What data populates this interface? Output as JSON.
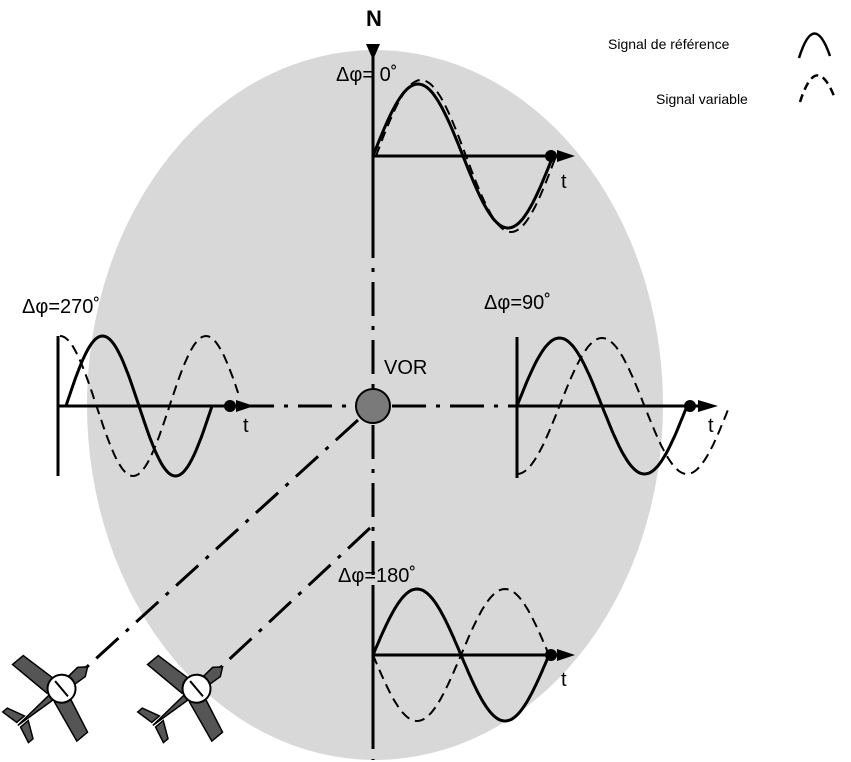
{
  "north_label": "N",
  "center_label": "VOR",
  "time_label": "t",
  "phase_labels": {
    "deg0": "Δφ= 0˚",
    "deg90": "Δφ=90˚",
    "deg180": "Δφ=180˚",
    "deg270": "Δφ=270˚"
  },
  "legend": {
    "reference": "Signal de référence",
    "variable": "Signal variable"
  },
  "colors": {
    "disc": "#d8d8d8",
    "vor": "#7a7a7a",
    "ink": "#000000"
  }
}
